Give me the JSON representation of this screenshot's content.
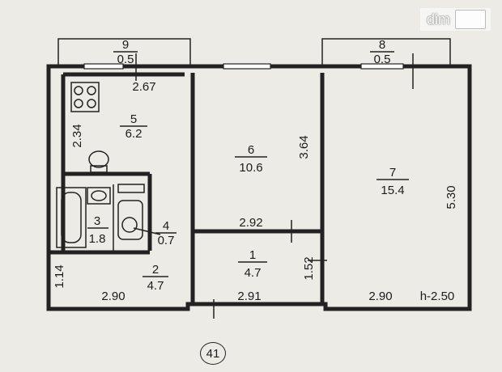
{
  "plan": {
    "rooms": [
      {
        "id": "1",
        "area": "4.7"
      },
      {
        "id": "2",
        "area": "4.7"
      },
      {
        "id": "3",
        "area": "1.8"
      },
      {
        "id": "4",
        "area": "0.7"
      },
      {
        "id": "5",
        "area": "6.2"
      },
      {
        "id": "6",
        "area": "10.6"
      },
      {
        "id": "7",
        "area": "15.4"
      },
      {
        "id": "8",
        "area": "0.5"
      },
      {
        "id": "9",
        "area": "0.5"
      }
    ],
    "dimensions": {
      "kitchen_width": "2.67",
      "kitchen_depth": "2.34",
      "room6_depth": "3.64",
      "room6_width": "2.92",
      "room7_depth": "5.30",
      "hall_height": "1.14",
      "corridor_width_left": "2.90",
      "corridor_width_mid": "2.91",
      "room1_height": "1.52",
      "room7_width": "2.90",
      "ceiling_height": "h-2.50"
    },
    "unit_number": "41"
  },
  "watermark": {
    "text": "dim"
  }
}
